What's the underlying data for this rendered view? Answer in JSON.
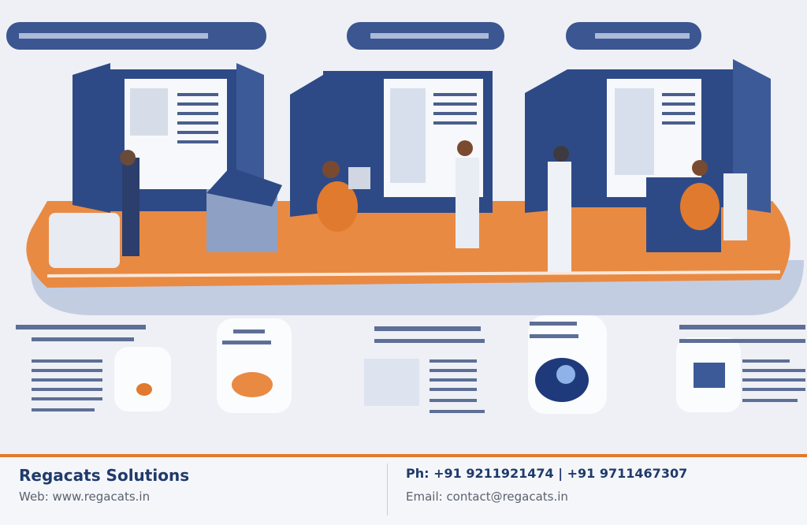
{
  "footer": {
    "company_name": "Regacats Solutions",
    "web": "Web: www.regacats.in",
    "phone": "Ph: +91 9211921474 | +91 9711467307",
    "email": "Email: contact@regacats.in"
  },
  "colors": {
    "brand_blue": "#1f3a6b",
    "accent_orange": "#e07a2e",
    "booth_blue": "#2e4a86"
  }
}
